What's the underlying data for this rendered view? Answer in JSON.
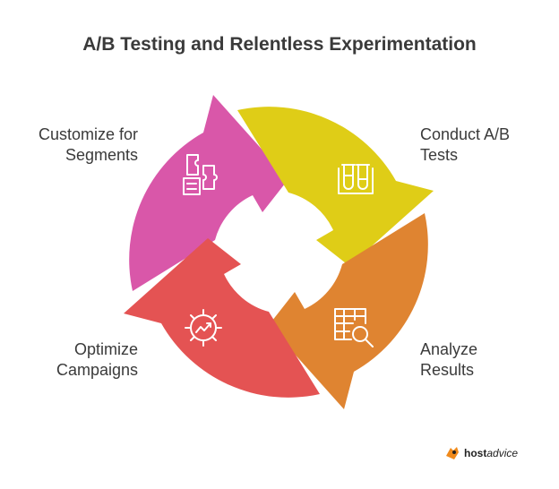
{
  "title": "A/B Testing and Relentless Experimentation",
  "steps": [
    {
      "label_lines": [
        "Customize for",
        "Segments"
      ],
      "icon": "puzzle-document-icon",
      "color": "#d957a9"
    },
    {
      "label_lines": [
        "Conduct A/B",
        "Tests"
      ],
      "icon": "test-tubes-icon",
      "color": "#dfcd17"
    },
    {
      "label_lines": [
        "Analyze",
        "Results"
      ],
      "icon": "spreadsheet-magnifier-icon",
      "color": "#df8431"
    },
    {
      "label_lines": [
        "Optimize",
        "Campaigns"
      ],
      "icon": "gear-chart-icon",
      "color": "#e45353"
    }
  ],
  "brand": {
    "bold": "host",
    "italic": "advice",
    "icon": "hostadvice-logo-icon"
  }
}
